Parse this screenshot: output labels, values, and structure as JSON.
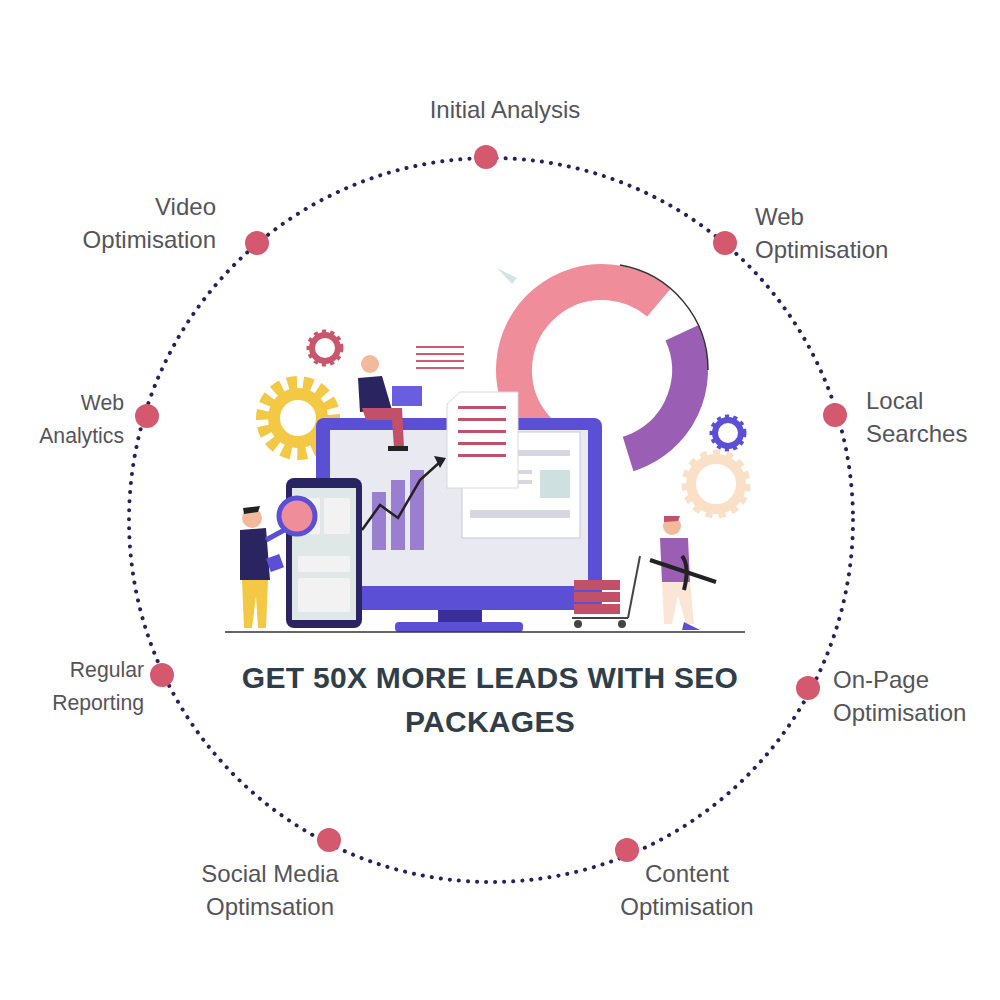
{
  "diagram": {
    "title": "GET 50X MORE LEADS WITH SEO PACKAGES",
    "labels": [
      "Initial Analysis",
      "Web Optimisation",
      "Local Searches",
      "On-Page Optimisation",
      "Content Optimisation",
      "Social Media Optimsation",
      "Regular Reporting",
      "Web Analytics",
      "Video Optimisation"
    ]
  }
}
